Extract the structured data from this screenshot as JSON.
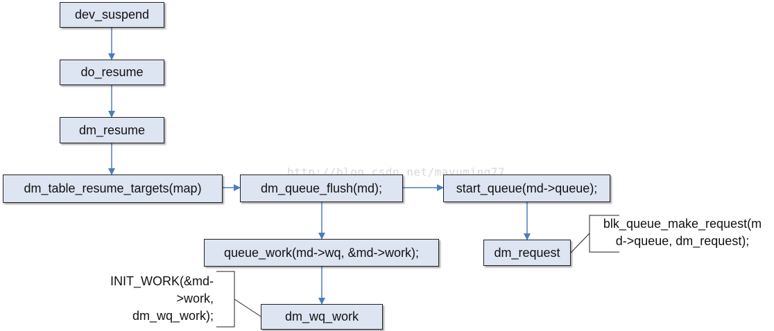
{
  "nodes": {
    "dev_suspend": "dev_suspend",
    "do_resume": "do_resume",
    "dm_resume": "dm_resume",
    "dm_table_resume_targets": "dm_table_resume_targets(map)",
    "dm_queue_flush": "dm_queue_flush(md);",
    "start_queue": "start_queue(md->queue);",
    "queue_work": "queue_work(md->wq, &md->work);",
    "dm_request": "dm_request",
    "dm_wq_work": "dm_wq_work"
  },
  "notes": {
    "init_work": [
      "INIT_WORK(&md-",
      ">work,",
      "dm_wq_work);"
    ],
    "blk_queue": [
      "blk_queue_make_request(m",
      "d->queue, dm_request);"
    ]
  },
  "watermark": "http://blog.csdn.net/mayuming77",
  "colors": {
    "box_fill": "#dde4f2",
    "box_border": "#1f1f1f",
    "arrow": "#4a7ebb"
  }
}
